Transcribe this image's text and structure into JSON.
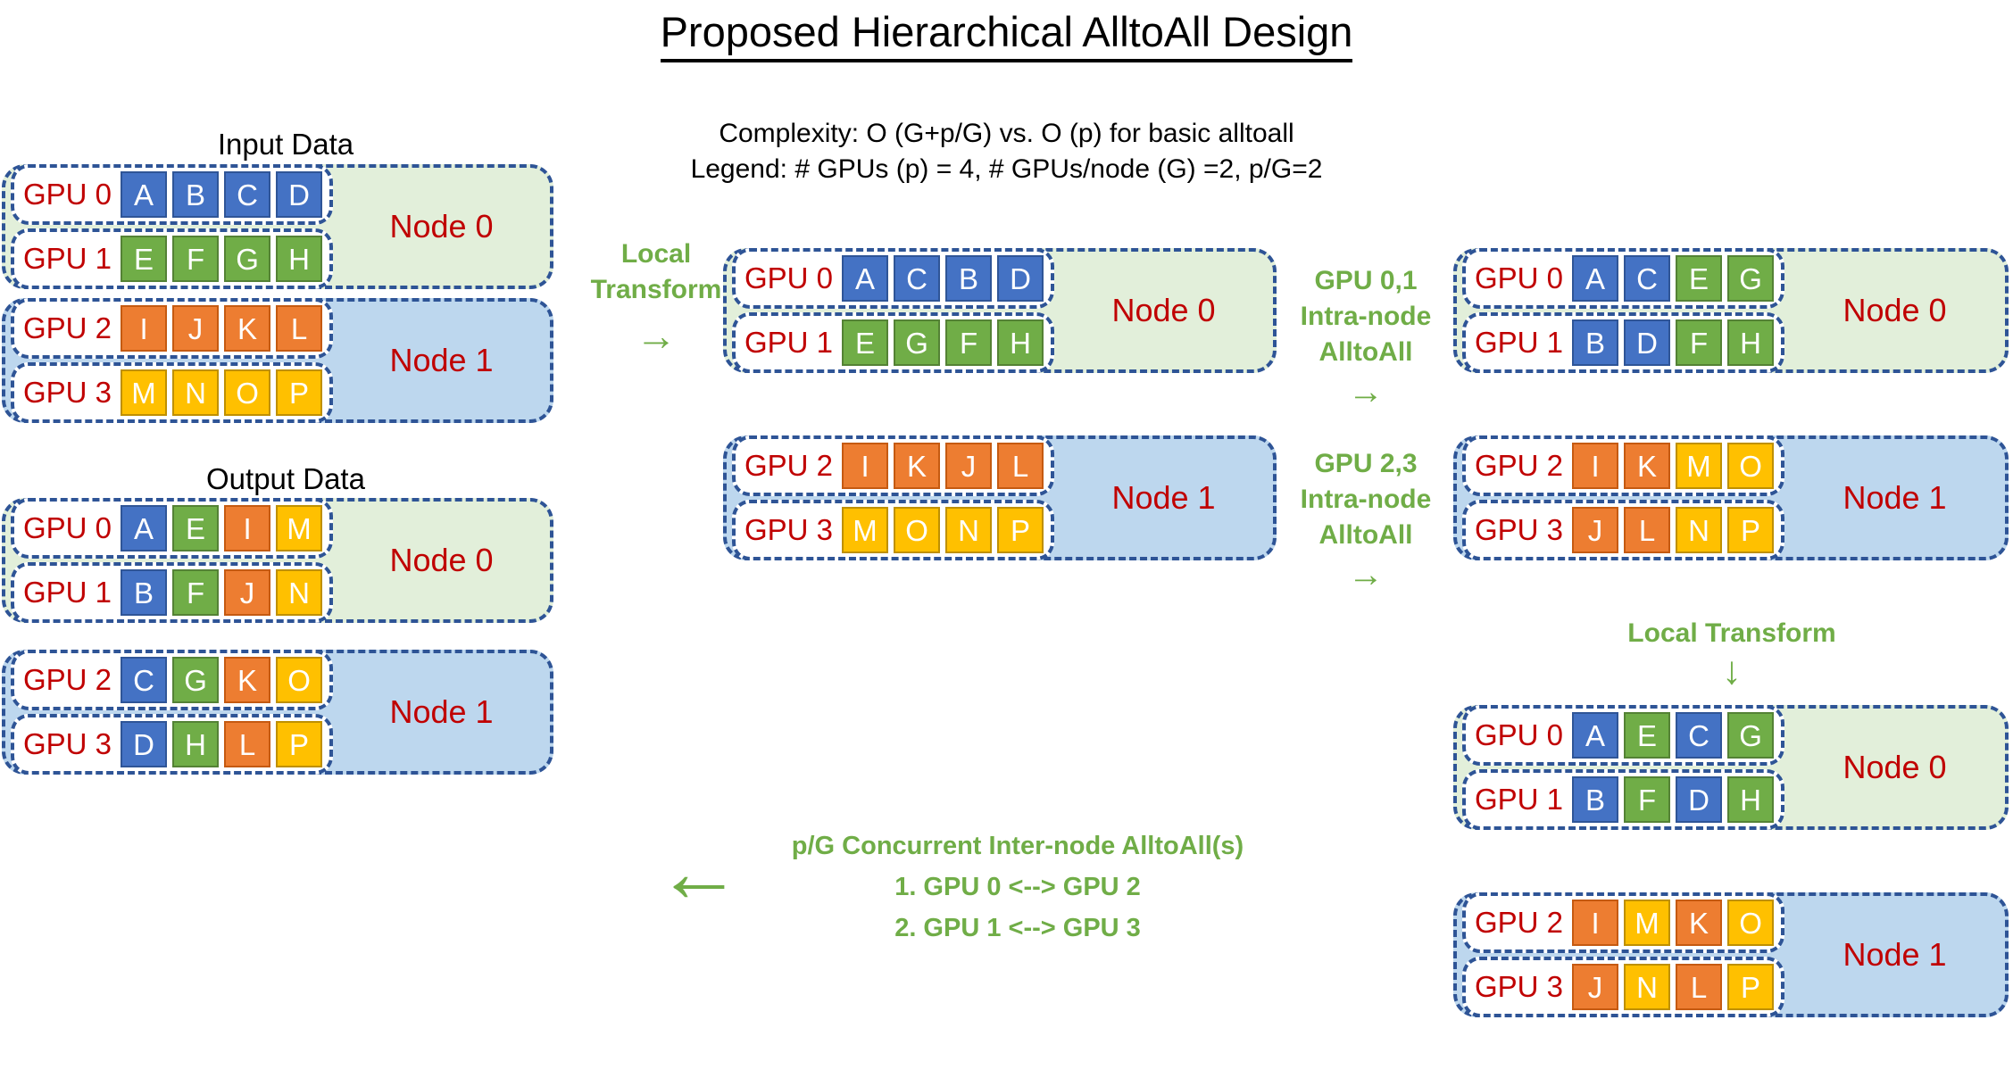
{
  "title": "Proposed Hierarchical AlltoAll Design",
  "subtitle_line1": "Complexity: O (G+p/G) vs. O (p) for basic alltoall",
  "subtitle_line2": "Legend: # GPUs (p) = 4, # GPUs/node (G) =2, p/G=2",
  "captions": {
    "input": "Input Data",
    "output": "Output Data"
  },
  "colors": {
    "blue": "#4472C4",
    "green": "#70AD47",
    "orange": "#ED7D31",
    "yellow": "#FFC000",
    "node0_bg": "#E2EFDA",
    "node1_bg": "#BDD7EE",
    "gpu_label": "#C00000",
    "border": "#2E5496",
    "annotation": "#70AD47"
  },
  "node_names": {
    "node0": "Node 0",
    "node1": "Node 1"
  },
  "gpu_names": {
    "gpu0": "GPU 0",
    "gpu1": "GPU 1",
    "gpu2": "GPU 2",
    "gpu3": "GPU 3"
  },
  "annotations": {
    "local_transform_left_l1": "Local",
    "local_transform_left_l2": "Transform",
    "local_transform_left_arrow": "→",
    "intra_node_01_l1": "GPU 0,1",
    "intra_node_01_l2": "Intra-node",
    "intra_node_01_l3": "AlltoAll",
    "intra_node_01_arrow": "→",
    "intra_node_23_l1": "GPU 2,3",
    "intra_node_23_l2": "Intra-node",
    "intra_node_23_l3": "AlltoAll",
    "intra_node_23_arrow": "→",
    "local_transform_right": "Local Transform",
    "local_transform_right_arrow": "↓",
    "inter_node_l1": "p/G Concurrent Inter-node AlltoAll(s)",
    "inter_node_l2": "1. GPU 0 <--> GPU 2",
    "inter_node_l3": "2. GPU 1 <--> GPU 3",
    "inter_node_arrow": "←"
  },
  "stages": {
    "input": {
      "node0": {
        "name": "Node 0",
        "rows": [
          {
            "gpu": "GPU 0",
            "cells": [
              {
                "label": "A",
                "color": "blue"
              },
              {
                "label": "B",
                "color": "blue"
              },
              {
                "label": "C",
                "color": "blue"
              },
              {
                "label": "D",
                "color": "blue"
              }
            ]
          },
          {
            "gpu": "GPU 1",
            "cells": [
              {
                "label": "E",
                "color": "green"
              },
              {
                "label": "F",
                "color": "green"
              },
              {
                "label": "G",
                "color": "green"
              },
              {
                "label": "H",
                "color": "green"
              }
            ]
          }
        ]
      },
      "node1": {
        "name": "Node 1",
        "rows": [
          {
            "gpu": "GPU 2",
            "cells": [
              {
                "label": "I",
                "color": "orange"
              },
              {
                "label": "J",
                "color": "orange"
              },
              {
                "label": "K",
                "color": "orange"
              },
              {
                "label": "L",
                "color": "orange"
              }
            ]
          },
          {
            "gpu": "GPU 3",
            "cells": [
              {
                "label": "M",
                "color": "yellow"
              },
              {
                "label": "N",
                "color": "yellow"
              },
              {
                "label": "O",
                "color": "yellow"
              },
              {
                "label": "P",
                "color": "yellow"
              }
            ]
          }
        ]
      }
    },
    "after_local_transform": {
      "node0": {
        "name": "Node 0",
        "rows": [
          {
            "gpu": "GPU 0",
            "cells": [
              {
                "label": "A",
                "color": "blue"
              },
              {
                "label": "C",
                "color": "blue"
              },
              {
                "label": "B",
                "color": "blue"
              },
              {
                "label": "D",
                "color": "blue"
              }
            ]
          },
          {
            "gpu": "GPU 1",
            "cells": [
              {
                "label": "E",
                "color": "green"
              },
              {
                "label": "G",
                "color": "green"
              },
              {
                "label": "F",
                "color": "green"
              },
              {
                "label": "H",
                "color": "green"
              }
            ]
          }
        ]
      },
      "node1": {
        "name": "Node 1",
        "rows": [
          {
            "gpu": "GPU 2",
            "cells": [
              {
                "label": "I",
                "color": "orange"
              },
              {
                "label": "K",
                "color": "orange"
              },
              {
                "label": "J",
                "color": "orange"
              },
              {
                "label": "L",
                "color": "orange"
              }
            ]
          },
          {
            "gpu": "GPU 3",
            "cells": [
              {
                "label": "M",
                "color": "yellow"
              },
              {
                "label": "O",
                "color": "yellow"
              },
              {
                "label": "N",
                "color": "yellow"
              },
              {
                "label": "P",
                "color": "yellow"
              }
            ]
          }
        ]
      }
    },
    "after_intra_node_alltoall": {
      "node0": {
        "name": "Node 0",
        "rows": [
          {
            "gpu": "GPU 0",
            "cells": [
              {
                "label": "A",
                "color": "blue"
              },
              {
                "label": "C",
                "color": "blue"
              },
              {
                "label": "E",
                "color": "green"
              },
              {
                "label": "G",
                "color": "green"
              }
            ]
          },
          {
            "gpu": "GPU 1",
            "cells": [
              {
                "label": "B",
                "color": "blue"
              },
              {
                "label": "D",
                "color": "blue"
              },
              {
                "label": "F",
                "color": "green"
              },
              {
                "label": "H",
                "color": "green"
              }
            ]
          }
        ]
      },
      "node1": {
        "name": "Node 1",
        "rows": [
          {
            "gpu": "GPU 2",
            "cells": [
              {
                "label": "I",
                "color": "orange"
              },
              {
                "label": "K",
                "color": "orange"
              },
              {
                "label": "M",
                "color": "yellow"
              },
              {
                "label": "O",
                "color": "yellow"
              }
            ]
          },
          {
            "gpu": "GPU 3",
            "cells": [
              {
                "label": "J",
                "color": "orange"
              },
              {
                "label": "L",
                "color": "orange"
              },
              {
                "label": "N",
                "color": "yellow"
              },
              {
                "label": "P",
                "color": "yellow"
              }
            ]
          }
        ]
      }
    },
    "after_second_local_transform": {
      "node0": {
        "name": "Node 0",
        "rows": [
          {
            "gpu": "GPU 0",
            "cells": [
              {
                "label": "A",
                "color": "blue"
              },
              {
                "label": "E",
                "color": "green"
              },
              {
                "label": "C",
                "color": "blue"
              },
              {
                "label": "G",
                "color": "green"
              }
            ]
          },
          {
            "gpu": "GPU 1",
            "cells": [
              {
                "label": "B",
                "color": "blue"
              },
              {
                "label": "F",
                "color": "green"
              },
              {
                "label": "D",
                "color": "blue"
              },
              {
                "label": "H",
                "color": "green"
              }
            ]
          }
        ]
      },
      "node1": {
        "name": "Node 1",
        "rows": [
          {
            "gpu": "GPU 2",
            "cells": [
              {
                "label": "I",
                "color": "orange"
              },
              {
                "label": "M",
                "color": "yellow"
              },
              {
                "label": "K",
                "color": "orange"
              },
              {
                "label": "O",
                "color": "yellow"
              }
            ]
          },
          {
            "gpu": "GPU 3",
            "cells": [
              {
                "label": "J",
                "color": "orange"
              },
              {
                "label": "N",
                "color": "yellow"
              },
              {
                "label": "L",
                "color": "orange"
              },
              {
                "label": "P",
                "color": "yellow"
              }
            ]
          }
        ]
      }
    },
    "output": {
      "node0": {
        "name": "Node 0",
        "rows": [
          {
            "gpu": "GPU 0",
            "cells": [
              {
                "label": "A",
                "color": "blue"
              },
              {
                "label": "E",
                "color": "green"
              },
              {
                "label": "I",
                "color": "orange"
              },
              {
                "label": "M",
                "color": "yellow"
              }
            ]
          },
          {
            "gpu": "GPU 1",
            "cells": [
              {
                "label": "B",
                "color": "blue"
              },
              {
                "label": "F",
                "color": "green"
              },
              {
                "label": "J",
                "color": "orange"
              },
              {
                "label": "N",
                "color": "yellow"
              }
            ]
          }
        ]
      },
      "node1": {
        "name": "Node 1",
        "rows": [
          {
            "gpu": "GPU 2",
            "cells": [
              {
                "label": "C",
                "color": "blue"
              },
              {
                "label": "G",
                "color": "green"
              },
              {
                "label": "K",
                "color": "orange"
              },
              {
                "label": "O",
                "color": "yellow"
              }
            ]
          },
          {
            "gpu": "GPU 3",
            "cells": [
              {
                "label": "D",
                "color": "blue"
              },
              {
                "label": "H",
                "color": "green"
              },
              {
                "label": "L",
                "color": "orange"
              },
              {
                "label": "P",
                "color": "yellow"
              }
            ]
          }
        ]
      }
    }
  }
}
